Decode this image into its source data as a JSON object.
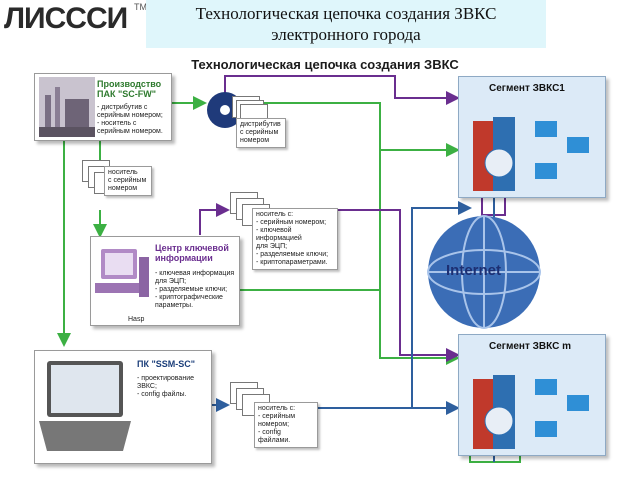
{
  "logo": {
    "text": "ЛИСССИ",
    "tm": "TM"
  },
  "slide_title": {
    "line1": "Технологическая цепочка создания ЗВКС",
    "line2": "электронного города"
  },
  "diagram_title": "Технологическая цепочка создания ЗВКС",
  "production": {
    "title_line1": "Производство",
    "title_line2": "ПАК \"SC-FW\"",
    "items": [
      "- дистрибутив с серийным номером;",
      "- носитель с серийным номером."
    ]
  },
  "distributive_note": [
    "дистрибутив",
    "с серийным",
    "номером"
  ],
  "carrier_note": [
    "носитель",
    "с серийным",
    "номером"
  ],
  "key_center": {
    "title_line1": "Центр ключевой",
    "title_line2": "информации",
    "items": [
      "- ключевая информация для ЭЦП;",
      "- разделяемые ключи;",
      "- криптографические параметры."
    ],
    "hasp": "Hasp"
  },
  "key_carrier_note": [
    "носитель с:",
    "- серийным номером;",
    "- ключевой информацией",
    "для ЭЦП;",
    "- разделяемые ключи;",
    "- криптопараметрами."
  ],
  "pk": {
    "title": "ПК \"SSM-SC\"",
    "items": [
      "- проектирование ЗВКС;",
      "- config файлы."
    ]
  },
  "config_note": [
    "носитель с:",
    "- серийным",
    "номером;",
    "- config файлами."
  ],
  "segment1": {
    "title": "Сегмент ЗВКС1"
  },
  "segment2": {
    "title": "Сегмент ЗВКС m"
  },
  "internet": "Internet",
  "colors": {
    "green": "#3cb043",
    "purple": "#6a2e8f",
    "blue": "#2e5f9e",
    "segment_bg": "#dceaf7",
    "title_bg": "#dff6fb"
  }
}
